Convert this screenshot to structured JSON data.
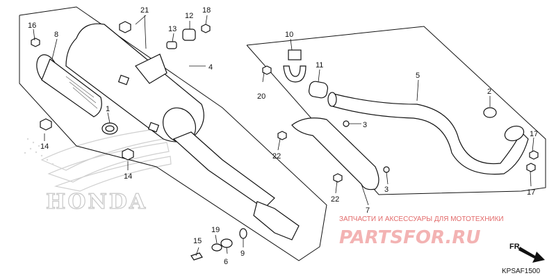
{
  "brand_logo_text": "HONDA",
  "watermark": {
    "subtitle": "ЗАПЧАСТИ И АКСЕССУАРЫ ДЛЯ МОТОТЕХНИКИ",
    "site": "PARTSFOR.RU"
  },
  "direction_label": "FR.",
  "diagram_code": "KPSAF1500",
  "callouts": {
    "c1": "1",
    "c2": "2",
    "c3a": "3",
    "c3b": "3",
    "c4": "4",
    "c5": "5",
    "c6": "6",
    "c7": "7",
    "c8": "8",
    "c9": "9",
    "c10": "10",
    "c11": "11",
    "c12": "12",
    "c13": "13",
    "c14a": "14",
    "c14b": "14",
    "c15": "15",
    "c16": "16",
    "c17a": "17",
    "c17b": "17",
    "c18": "18",
    "c19": "19",
    "c20": "20",
    "c21": "21",
    "c22a": "22",
    "c22b": "22"
  }
}
